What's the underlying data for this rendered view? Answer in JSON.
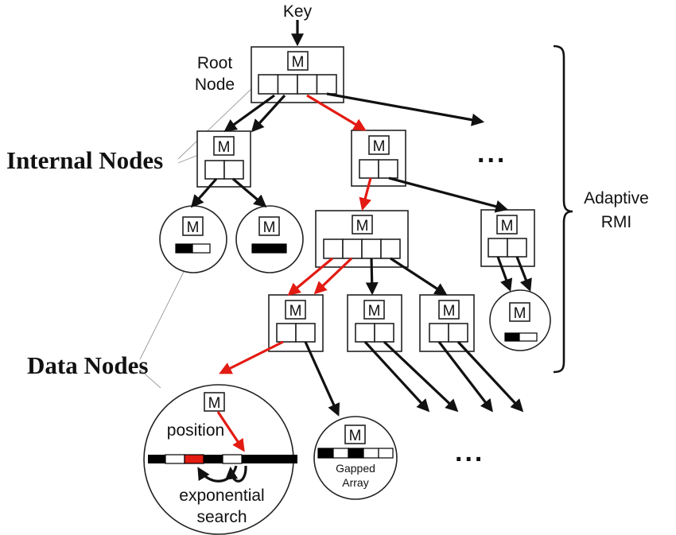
{
  "labels": {
    "key": "Key",
    "root_node_line1": "Root",
    "root_node_line2": "Node",
    "internal_nodes": "Internal Nodes",
    "data_nodes": "Data Nodes",
    "adaptive_rmi_line1": "Adaptive",
    "adaptive_rmi_line2": "RMI",
    "model": "M",
    "position": "position",
    "exponential_search_line1": "exponential",
    "exponential_search_line2": "search",
    "gapped_array_line1": "Gapped",
    "gapped_array_line2": "Array",
    "ellipsis": "..."
  },
  "colors": {
    "lookup_path": "#e21b13",
    "edge": "#111111",
    "filled_slot": "#000000",
    "empty_slot": "#ffffff"
  }
}
